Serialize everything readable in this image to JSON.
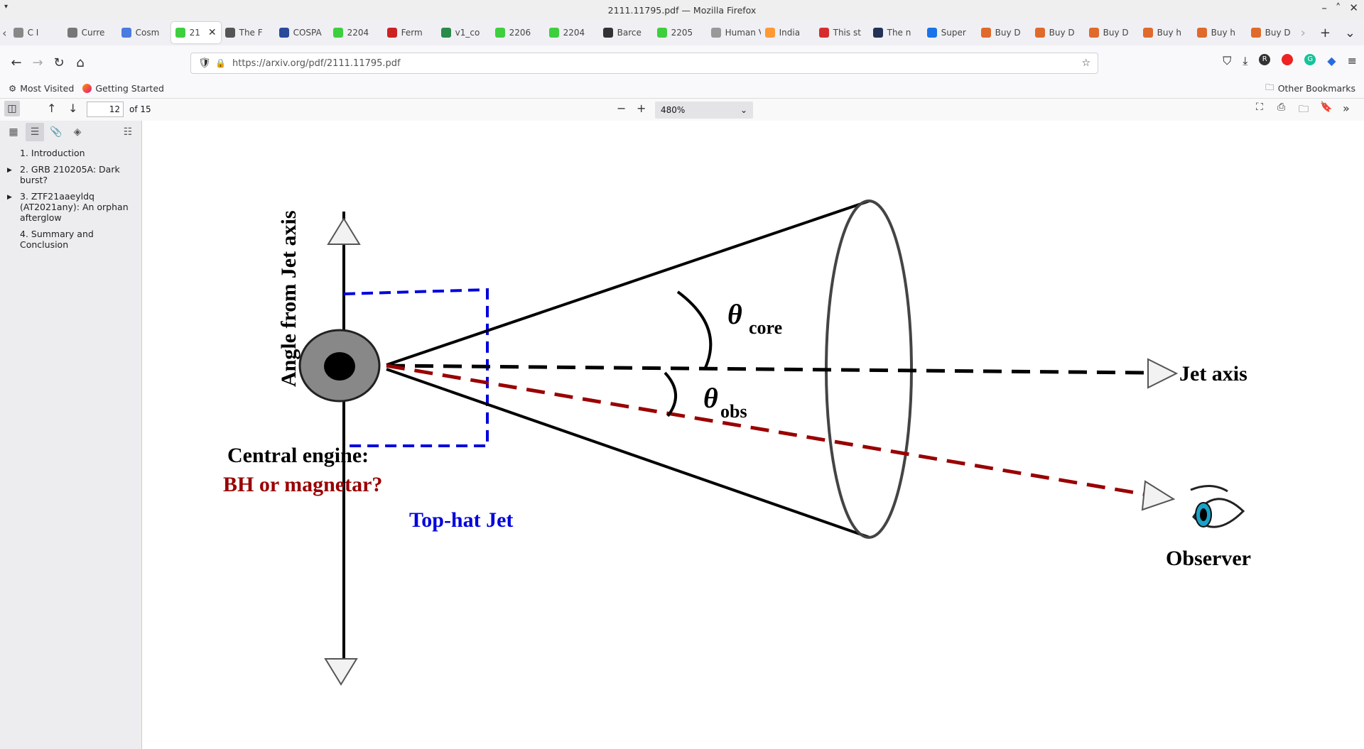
{
  "window": {
    "title": "2111.11795.pdf — Mozilla Firefox"
  },
  "tabs": [
    {
      "label": "C I",
      "color": "#888"
    },
    {
      "label": "Curre",
      "color": "#777"
    },
    {
      "label": "Cosm",
      "color": "#4a7be0"
    },
    {
      "label": "21",
      "color": "#3ecf3e",
      "active": true
    },
    {
      "label": "The F",
      "color": "#555"
    },
    {
      "label": "COSPA",
      "color": "#2a4a9a"
    },
    {
      "label": "2204",
      "color": "#3ecf3e"
    },
    {
      "label": "Ferm",
      "color": "#cc2222"
    },
    {
      "label": "v1_co",
      "color": "#2a8a4a"
    },
    {
      "label": "2206",
      "color": "#3ecf3e"
    },
    {
      "label": "2204",
      "color": "#3ecf3e"
    },
    {
      "label": "Barce",
      "color": "#333"
    },
    {
      "label": "2205",
      "color": "#3ecf3e"
    },
    {
      "label": "Human V",
      "color": "#999"
    },
    {
      "label": "India",
      "color": "#ff9933"
    },
    {
      "label": "This st",
      "color": "#d62e2e"
    },
    {
      "label": "The n",
      "color": "#223355"
    },
    {
      "label": "Super",
      "color": "#1a73e8"
    },
    {
      "label": "Buy D",
      "color": "#e06a2b"
    },
    {
      "label": "Buy D",
      "color": "#e06a2b"
    },
    {
      "label": "Buy D",
      "color": "#e06a2b"
    },
    {
      "label": "Buy h",
      "color": "#e06a2b"
    },
    {
      "label": "Buy h",
      "color": "#e06a2b"
    },
    {
      "label": "Buy D",
      "color": "#e06a2b"
    }
  ],
  "navbar": {
    "url": "https://arxiv.org/pdf/2111.11795.pdf"
  },
  "bookmarks": {
    "most_visited": "Most Visited",
    "getting_started": "Getting Started",
    "other": "Other Bookmarks"
  },
  "pdf_toolbar": {
    "page_number": "12",
    "page_count": "of 15",
    "zoom": "480%"
  },
  "outline": [
    {
      "label": "1. Introduction",
      "expandable": false
    },
    {
      "label": "2. GRB 210205A: Dark burst?",
      "expandable": true
    },
    {
      "label": "3. ZTF21aaeyldq (AT2021any): An orphan afterglow",
      "expandable": true
    },
    {
      "label": "4. Summary and Conclusion",
      "expandable": false
    }
  ],
  "figure": {
    "y_axis_label": "Angle from Jet axis",
    "central_engine_label": "Central engine:",
    "central_engine_sub": "BH or magnetar?",
    "top_hat_label": "Top-hat Jet",
    "theta_symbol": "θ",
    "theta_core_sub": "core",
    "theta_obs_sub": "obs",
    "jet_axis_label": "Jet axis",
    "observer_label": "Observer",
    "colors": {
      "jet_axis": "#000000",
      "observer_line": "#990000",
      "top_hat_box": "#0000dd",
      "engine_text": "#990000",
      "top_hat_text": "#0000dd"
    }
  }
}
